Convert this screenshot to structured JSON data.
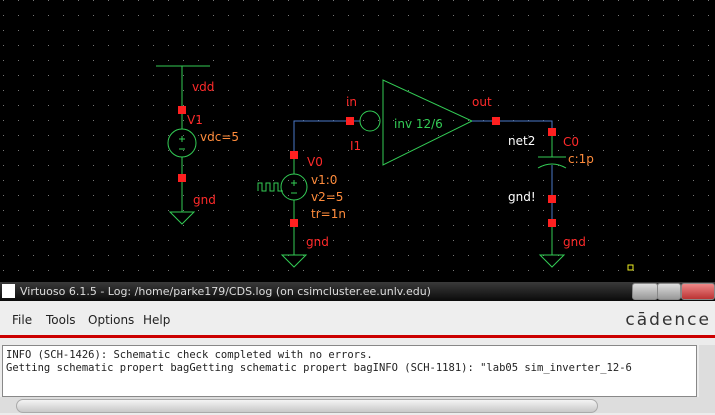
{
  "schematic": {
    "vdd_label": "vdd",
    "v1_name": "V1",
    "v1_param": "vdc=5",
    "v1_gnd": "gnd",
    "in_label": "in",
    "out_label": "out",
    "inv_label": "inv 12/6",
    "inst_name": "I1",
    "v0_name": "V0",
    "v0_v1": "v1:0",
    "v0_v2": "v2=5",
    "v0_tr": "tr=1n",
    "v0_gnd": "gnd",
    "net2_label": "net2",
    "c0_name": "C0",
    "c0_param": "c:1p",
    "gnd_bang": "gnd!",
    "c_gnd": "gnd",
    "colors": {
      "wire": "#4a78c8",
      "symbol": "#33cc55",
      "pin": "#ff2020",
      "label": "#ff2a2a",
      "param": "#ff8c3c"
    }
  },
  "log_window": {
    "title": "Virtuoso 6.1.5 - Log: /home/parke179/CDS.log (on csimcluster.ee.unlv.edu)",
    "menu": [
      "File",
      "Tools",
      "Options",
      "Help"
    ],
    "brand": "cādence",
    "lines": [
      "INFO (SCH-1426): Schematic check completed with no errors.",
      "Getting schematic propert bagGetting schematic propert bagINFO (SCH-1181): \"lab05 sim_inverter_12-6"
    ]
  }
}
